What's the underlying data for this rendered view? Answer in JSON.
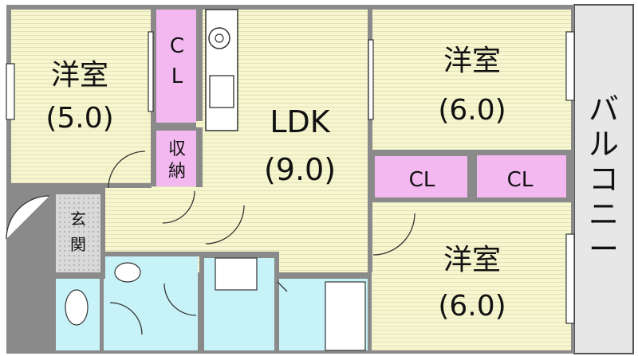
{
  "rooms": {
    "western_1": {
      "name": "洋室",
      "size": "(5.0)"
    },
    "ldk": {
      "name": "LDK",
      "size": "(9.0)"
    },
    "western_2": {
      "name": "洋室",
      "size": "(6.0)"
    },
    "western_3": {
      "name": "洋室",
      "size": "(6.0)"
    }
  },
  "closets": {
    "cl_top_c": "C",
    "cl_top_l": "L",
    "storage_1": "収",
    "storage_2": "納",
    "cl_middle": "CL",
    "cl_right": "CL"
  },
  "entrance": {
    "char_1": "玄",
    "char_2": "関"
  },
  "balcony": {
    "chars": [
      "バ",
      "ル",
      "コ",
      "ニ",
      "ー"
    ]
  },
  "colors": {
    "wood_floor": "#f6f6cf",
    "closet": "#f2b8ef",
    "wet_area": "#c7f3f8",
    "entrance_tile": "#d9d9d9",
    "balcony": "#e7e7e7",
    "wall": "#8a8a8a"
  }
}
